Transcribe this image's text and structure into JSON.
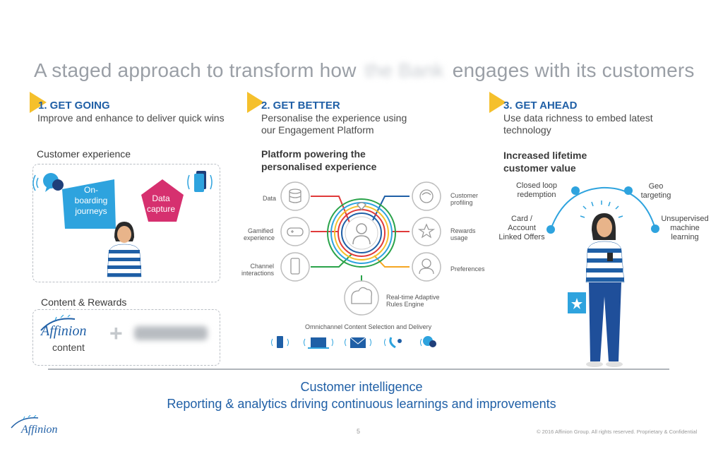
{
  "title": {
    "before": "A staged approach to transform how",
    "blurred": "the Bank",
    "after": "engages with its customers"
  },
  "stages": [
    {
      "heading": "1. GET GOING",
      "desc": "Improve and enhance to deliver quick wins"
    },
    {
      "heading": "2. GET BETTER",
      "desc_line1": "Personalise the experience using",
      "desc_line2": "our Engagement Platform"
    },
    {
      "heading": "3. GET AHEAD",
      "desc_line1": "Use data richness to embed latest",
      "desc_line2": "technology"
    }
  ],
  "col1": {
    "customer_experience": "Customer experience",
    "onboarding": [
      "On-",
      "boarding",
      "journeys"
    ],
    "data_capture": [
      "Data",
      "capture"
    ],
    "content_rewards": "Content & Rewards",
    "affinion_logo": "Affinion",
    "content_label": "content",
    "plus": "+"
  },
  "col2": {
    "heading_line1": "Platform powering the",
    "heading_line2": "personalised experience",
    "left_nodes": [
      {
        "label_line1": "Data",
        "label_line2": ""
      },
      {
        "label_line1": "Gamified",
        "label_line2": "experience"
      },
      {
        "label_line1": "Channel",
        "label_line2": "interactions"
      }
    ],
    "right_nodes": [
      {
        "label_line1": "Customer",
        "label_line2": "profiling"
      },
      {
        "label_line1": "Rewards",
        "label_line2": "usage"
      },
      {
        "label_line1": "Preferences",
        "label_line2": ""
      }
    ],
    "engine_line1": "Real-time Adaptive",
    "engine_line2": "Rules Engine",
    "omnichannel": "Omnichannel Content Selection and Delivery"
  },
  "col3": {
    "heading_line1": "Increased lifetime",
    "heading_line2": "customer value",
    "nodes": [
      {
        "line1": "Card /",
        "line2": "Account",
        "line3": "Linked Offers"
      },
      {
        "line1": "Closed loop",
        "line2": "redemption",
        "line3": ""
      },
      {
        "line1": "Geo",
        "line2": "targeting",
        "line3": ""
      },
      {
        "line1": "Unsupervised",
        "line2": "machine",
        "line3": "learning"
      }
    ]
  },
  "bottom": {
    "line1": "Customer intelligence",
    "line2": "Reporting & analytics driving continuous learnings and improvements"
  },
  "footer": {
    "logo": "Affinion",
    "page": "5",
    "copyright": "© 2016 Affinion Group. All rights reserved. Proprietary & Confidential"
  },
  "colors": {
    "accent_blue": "#1f5fa6",
    "light_blue": "#2ea3de",
    "pink": "#d6306f",
    "yellow": "#f5c02c",
    "grey_title": "#9a9fa6"
  }
}
